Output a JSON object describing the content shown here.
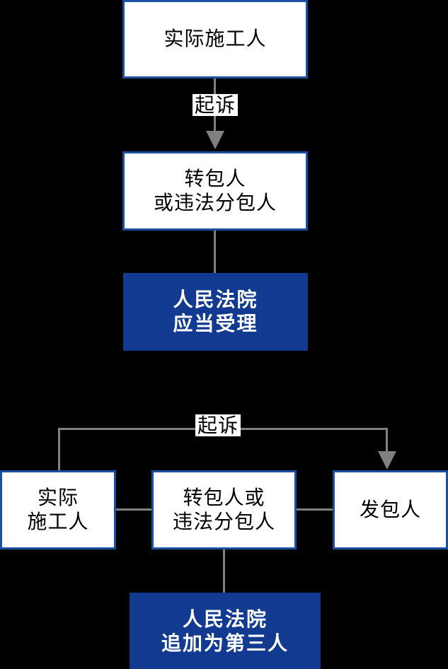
{
  "diagram": {
    "title_visible": false,
    "background_color": "#000000",
    "accent_blue": "#123a91",
    "border_blue": "#1c4fa1",
    "connector_gray": "#808080",
    "sections": [
      {
        "id": "section-top",
        "nodes": [
          {
            "id": "top-plaintiff",
            "label": "实际施工人",
            "style": "white"
          },
          {
            "id": "top-defendant",
            "label": "转包人\n或违法分包人",
            "style": "white"
          },
          {
            "id": "top-outcome",
            "label": "人民法院\n应当受理",
            "style": "blue"
          }
        ],
        "edges": [
          {
            "id": "top-edge-sue",
            "label": "起诉",
            "from": "top-plaintiff",
            "to": "top-defendant",
            "arrow": true
          },
          {
            "id": "top-edge-outcome",
            "label": "",
            "from": "top-defendant",
            "to": "top-outcome",
            "arrow": false
          }
        ]
      },
      {
        "id": "section-bottom",
        "nodes": [
          {
            "id": "bottom-plaintiff",
            "label": "实际\n施工人",
            "style": "white"
          },
          {
            "id": "bottom-defendant",
            "label": "转包人或\n违法分包人",
            "style": "white"
          },
          {
            "id": "bottom-employer",
            "label": "发包人",
            "style": "white"
          },
          {
            "id": "bottom-outcome",
            "label": "人民法院\n追加为第三人",
            "style": "blue"
          }
        ],
        "edges": [
          {
            "id": "bottom-edge-sue",
            "label": "起诉",
            "from": "bottom-plaintiff",
            "to": "bottom-employer",
            "arrow": true
          },
          {
            "id": "bottom-edge-link-left",
            "label": "",
            "from": "bottom-plaintiff",
            "to": "bottom-defendant",
            "arrow": false
          },
          {
            "id": "bottom-edge-link-right",
            "label": "",
            "from": "bottom-defendant",
            "to": "bottom-employer",
            "arrow": false
          },
          {
            "id": "bottom-edge-outcome",
            "label": "",
            "from": "bottom-defendant",
            "to": "bottom-outcome",
            "arrow": false
          }
        ]
      }
    ]
  }
}
